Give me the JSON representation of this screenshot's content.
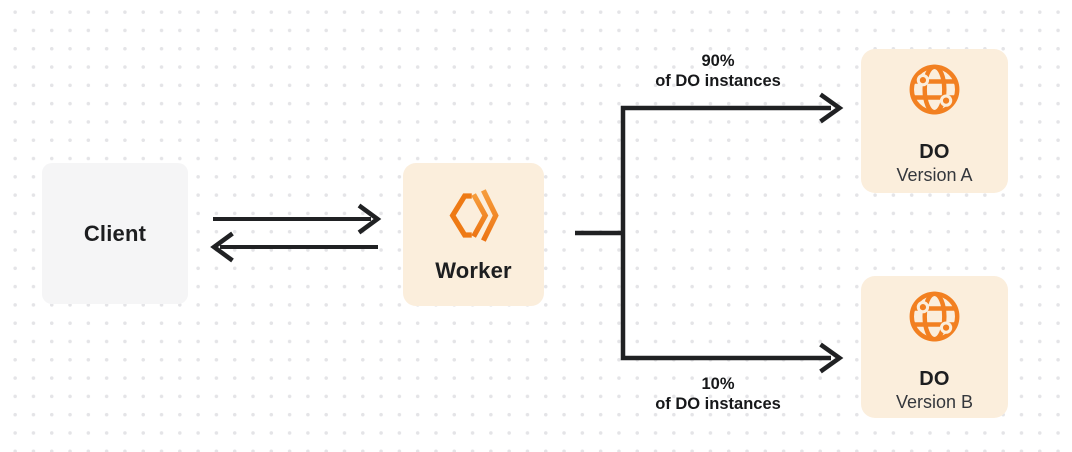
{
  "diagram": {
    "client": {
      "label": "Client"
    },
    "worker": {
      "label": "Worker",
      "icon": "workers-logo-icon"
    },
    "do_version_a": {
      "title": "DO",
      "subtitle": "Version A",
      "icon": "globe-icon"
    },
    "do_version_b": {
      "title": "DO",
      "subtitle": "Version B",
      "icon": "globe-icon"
    },
    "branch_top": {
      "percent": "90%",
      "caption": "of DO instances"
    },
    "branch_bottom": {
      "percent": "10%",
      "caption": "of DO instances"
    },
    "colors": {
      "accent_orange": "#F28021",
      "cream_box_bg": "#FBEEDC",
      "gray_box_bg": "#F5F5F6",
      "connector_line": "#202123",
      "text_primary": "#1D1E20",
      "text_secondary": "#34373C",
      "dot_grid": "#E4E4E7"
    }
  }
}
